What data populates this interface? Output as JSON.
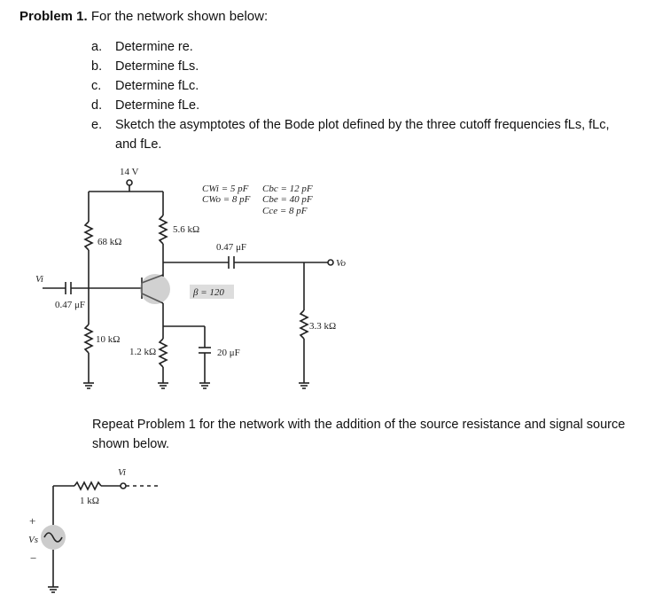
{
  "problem": {
    "label": "Problem 1.",
    "intro": "For the network shown below:",
    "items": [
      {
        "letter": "a.",
        "text": "Determine re."
      },
      {
        "letter": "b.",
        "text": "Determine fLs."
      },
      {
        "letter": "c.",
        "text": "Determine fLc."
      },
      {
        "letter": "d.",
        "text": "Determine fLe."
      },
      {
        "letter": "e.",
        "text": "Sketch the asymptotes of the Bode plot defined by the three cutoff frequencies fLs, fLc,",
        "cont": "and fLe."
      }
    ]
  },
  "circuit": {
    "supply": "14 V",
    "r_bias_top": "68 kΩ",
    "r_bias_bottom": "10 kΩ",
    "r_collector": "5.6 kΩ",
    "r_emitter": "1.2 kΩ",
    "r_load": "3.3 kΩ",
    "c_in": "0.47 μF",
    "c_out": "0.47 μF",
    "c_emitter": "20 μF",
    "beta": "β = 120",
    "vi": "Vi",
    "vo": "Vo",
    "caps_left": [
      "CWi = 5 pF",
      "CWo = 8 pF"
    ],
    "caps_right": [
      "Cbc = 12 pF",
      "Cbe = 40 pF",
      "Cce = 8 pF"
    ]
  },
  "repeat_text": "Repeat Problem 1 for the network with the addition of the source resistance and signal source shown below.",
  "source_circuit": {
    "r_source": "1 kΩ",
    "vi": "Vi",
    "vs": "Vs",
    "plus": "+",
    "minus": "−"
  }
}
